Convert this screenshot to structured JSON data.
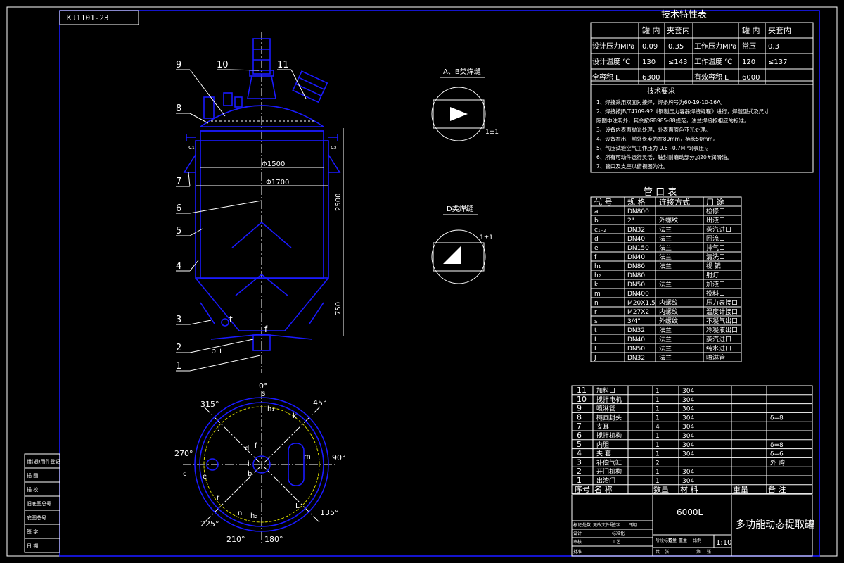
{
  "drawing_code": "KJ1101-23",
  "tech_table": {
    "title": "技术特性表",
    "col_headers": [
      "罐 内",
      "夹套内",
      "罐 内",
      "夹套内"
    ],
    "rows": [
      {
        "label": "设计压力MPa",
        "tank": "0.09",
        "jacket": "0.35",
        "label2": "工作压力MPa",
        "tank2": "常压",
        "jacket2": "0.3"
      },
      {
        "label": "设计温度 ℃",
        "tank": "130",
        "jacket": "≤143",
        "label2": "工作温度 ℃",
        "tank2": "120",
        "jacket2": "≤137"
      },
      {
        "label": "全容积 L",
        "tank": "6300",
        "jacket": "",
        "label2": "有效容积 L",
        "tank2": "6000",
        "jacket2": ""
      }
    ]
  },
  "requirements": {
    "title": "技术要求",
    "items": [
      "1、焊接采用双面对接焊，焊条牌号为60-19-10-16A。",
      "2、焊接按JB/T4709-92《钢制压力容器焊接规程》进行，焊缝型式及尺寸",
      "   除图中注明外，其余按GB985-88规范，法兰焊接按相应的标准。",
      "3、设备内表面抛光处理，外表面原色亚光处理。",
      "4、设备在出厂前外长度为在80mm，桶长50mm。",
      "5、气压试验空气工作压力 0.6~0.7MPa(表压)。",
      "6、所有可动件运行灵活，轴封耐磨动部分加20#润滑油。",
      "7、管口及支座以俯视图为准。"
    ]
  },
  "weld_labels": {
    "ab": "A、B类焊缝",
    "d": "D类焊缝",
    "dim1": "1±1",
    "dim2": "1±1"
  },
  "nozzle_table": {
    "title": "管 口 表",
    "headers": [
      "代 号",
      "规 格",
      "连接方式",
      "用 途"
    ],
    "rows": [
      [
        "a",
        "DN800",
        "",
        "检修口"
      ],
      [
        "b",
        "2\"",
        "外螺纹",
        "出液口"
      ],
      [
        "c₁₋₂",
        "DN32",
        "法兰",
        "蒸汽进口"
      ],
      [
        "d",
        "DN40",
        "法兰",
        "回流口"
      ],
      [
        "e",
        "DN150",
        "法兰",
        "排气口"
      ],
      [
        "f",
        "DN40",
        "法兰",
        "清洗口"
      ],
      [
        "h₁",
        "DN80",
        "法兰",
        "视 镜"
      ],
      [
        "h₂",
        "DN80",
        "",
        "射灯"
      ],
      [
        "k",
        "DN50",
        "法兰",
        "加液口"
      ],
      [
        "m",
        "DN400",
        "",
        "投料口"
      ],
      [
        "n",
        "M20X1.5",
        "内螺纹",
        "压力表接口"
      ],
      [
        "r",
        "M27X2",
        "内螺纹",
        "温度计接口"
      ],
      [
        "s",
        "3/4\"",
        "外螺纹",
        "不凝气出口"
      ],
      [
        "t",
        "DN32",
        "法兰",
        "冷凝液出口"
      ],
      [
        "I",
        "DN40",
        "法兰",
        "蒸汽进口"
      ],
      [
        "L",
        "DN50",
        "法兰",
        "纯水进口"
      ],
      [
        "J",
        "DN32",
        "法兰",
        "喷淋管"
      ]
    ]
  },
  "parts_list": {
    "rows": [
      [
        "11",
        "加料口",
        "1",
        "304",
        "",
        ""
      ],
      [
        "10",
        "搅拌电机",
        "1",
        "304",
        "",
        ""
      ],
      [
        "9",
        "喷淋管",
        "1",
        "304",
        "",
        ""
      ],
      [
        "8",
        "椭圆封头",
        "1",
        "304",
        "",
        "δ=8"
      ],
      [
        "7",
        "支耳",
        "4",
        "304",
        "",
        ""
      ],
      [
        "6",
        "搅拌机构",
        "1",
        "304",
        "",
        ""
      ],
      [
        "5",
        "内胆",
        "1",
        "304",
        "",
        "δ=8"
      ],
      [
        "4",
        "夹 套",
        "1",
        "304",
        "",
        "δ=6"
      ],
      [
        "3",
        "补偿气缸",
        "2",
        "",
        "",
        "外 购"
      ],
      [
        "2",
        "开门机构",
        "1",
        "304",
        "",
        ""
      ],
      [
        "1",
        "出渣门",
        "1",
        "304",
        "",
        ""
      ]
    ],
    "headers": [
      "序号",
      "名 称",
      "数量",
      "材 料",
      "重量",
      "备 注"
    ]
  },
  "title_block": {
    "capacity": "6000L",
    "name": "多功能动态提取罐",
    "scale": "1:10",
    "small_labels": [
      "标记",
      "处数",
      "更改文件号",
      "签字",
      "日期",
      "设计",
      "标准化",
      "审核",
      "工艺",
      "批准",
      "阶段标记",
      "数量",
      "重量",
      "比例",
      "共",
      "张",
      "第",
      "张"
    ]
  },
  "left_sidebar": [
    "借(通)用件登记",
    "描 图",
    "描 校",
    "旧底图总号",
    "底图总号",
    "签 字",
    "日 期"
  ],
  "elevation_labels": {
    "callouts": [
      "9",
      "10",
      "11",
      "8",
      "7",
      "6",
      "5",
      "4",
      "3",
      "2",
      "1"
    ],
    "dims": {
      "d1500": "Φ1500",
      "d1700": "Φ1700",
      "h2500": "2500",
      "h750": "750"
    },
    "nozzles": {
      "c1": "c₁",
      "c2": "c₂",
      "t": "t",
      "f": "f",
      "b": "b",
      "i": "i"
    }
  },
  "plan_labels": {
    "angles": [
      "0°",
      "45°",
      "90°",
      "135°",
      "180°",
      "210°",
      "225°",
      "270°",
      "315°"
    ],
    "letters": [
      "s",
      "h₁",
      "k",
      "j",
      "f",
      "d",
      "i",
      "b",
      "m",
      "c",
      "e",
      "r",
      "n",
      "h₂",
      "L"
    ]
  }
}
